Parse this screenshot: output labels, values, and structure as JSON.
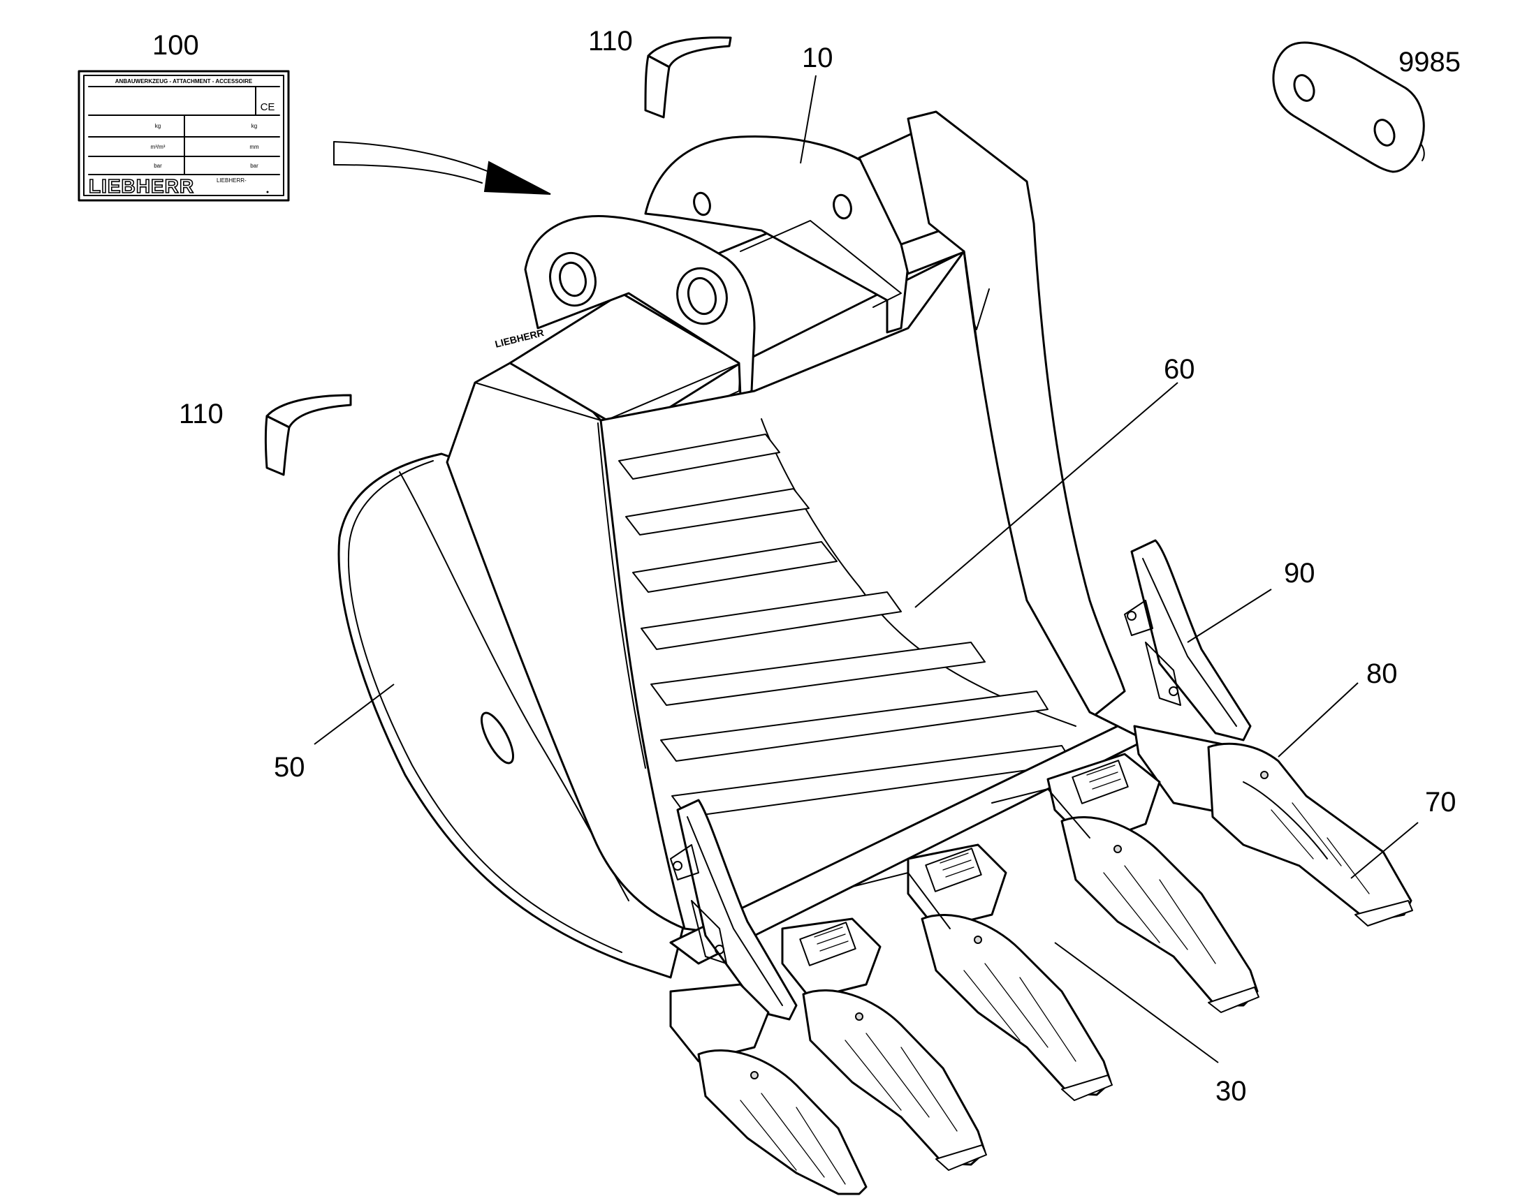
{
  "figure": {
    "reference_numerals": {
      "plate": "100",
      "insert_top": "110",
      "bucket": "10",
      "link_plate": "9985",
      "floor": "60",
      "insert_left": "110",
      "side_plate": "50",
      "side_protector": "90",
      "adapter": "80",
      "tooth": "70",
      "edge": "30"
    },
    "plate": {
      "title": "ANBAUWERKZEUG - ATTACHMENT - ACCESSOIRE",
      "mark": "CE",
      "unit_kg_left": "kg",
      "unit_kg_right": "kg",
      "unit_left_2": "m³/m³",
      "unit_right_2": "mm",
      "unit_left_3": "bar",
      "unit_right_3": "bar",
      "brand": "LIEBHERR",
      "fine_print": "LIEBHERR-"
    },
    "bucket_side_brand": "LIEBHERR"
  }
}
